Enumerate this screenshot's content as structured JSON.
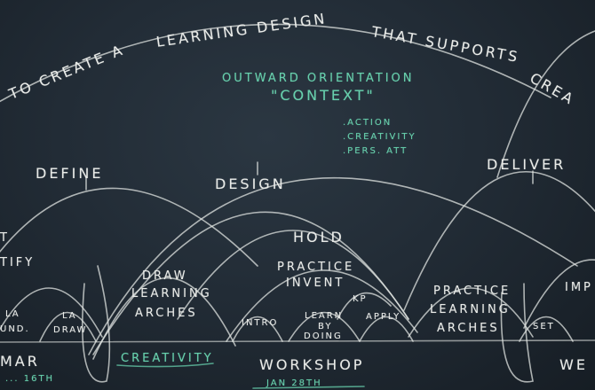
{
  "colors": {
    "board": "#222c36",
    "chalk_white": "#e9ebe8",
    "chalk_green": "#67d0ad"
  },
  "heading": {
    "left": "to create a",
    "middle": "learning design",
    "right": "that supports",
    "far_right": "crea"
  },
  "orientation": {
    "title": "outward orientation",
    "context": "\"context\"",
    "bullets": [
      ".action",
      ".creativity",
      ".pers. att"
    ]
  },
  "phases": [
    "define",
    "design",
    "deliver"
  ],
  "left_edge": [
    "t",
    "tify",
    "la",
    "und.",
    "mar",
    "... 16th"
  ],
  "draw_small": [
    "la",
    "draw"
  ],
  "draw_arches": [
    "draw",
    "learning",
    "arches"
  ],
  "creativity_label": "creativity",
  "hold": "hold",
  "practice_invent": [
    "practice",
    "invent"
  ],
  "kp": "kp",
  "workshop_parts": [
    "intro",
    "learn",
    "by",
    "doing",
    "apply"
  ],
  "workshop": "workshop",
  "workshop_date": "jan 28th",
  "practice_arches": [
    "practice",
    "learning",
    "arches"
  ],
  "set": "set",
  "right_edge": [
    "imp",
    "we"
  ]
}
